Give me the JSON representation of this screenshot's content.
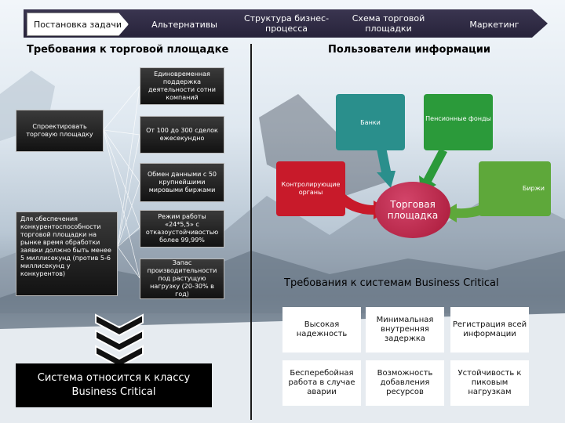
{
  "nav": {
    "items": [
      "Постановка задачи",
      "Альтернативы",
      "Структура бизнес-процесса",
      "Схема торговой площадки",
      "Маркетинг"
    ]
  },
  "left": {
    "title": "Требования к торговой площадке",
    "design_box": "Спроектировать торговую площадку",
    "ensure_box": "Для обеспечения конкурентоспособности торговой площадки на рынке время обработки заявки должно быть менее 5 миллисекунд (против 5-6 миллисекунд у конкурентов)",
    "requirements": [
      "Единовременная поддержка деятельности сотни компаний",
      "От 100 до 300 сделок ежесекундно",
      "Обмен данными с 50 крупнейшими мировыми биржами",
      "Режим работы «24*5,5» с отказоустойчивостью более 99,99%",
      "Запас производительности под растущую нагрузку (20-30% в год)"
    ],
    "result": "Система относится к классу Business Critical"
  },
  "right": {
    "title": "Пользователи информации",
    "users": [
      "Банки",
      "Пенсионные фонды",
      "Контролирующие органы",
      "Биржи"
    ],
    "center": "Торговая площадка",
    "req_title": "Требования к системам Business Critical",
    "req_cells": [
      "Высокая надежность",
      "Минимальная внутренняя задержка",
      "Регистрация всей информации",
      "Бесперебойная работа в случае аварии",
      "Возможность добавления ресурсов",
      "Устойчивость к пиковым нагрузкам"
    ]
  },
  "colors": {
    "nav_bg": "#2f2a44",
    "banks": "#2a8f8c",
    "pension": "#2b9a3a",
    "regulators": "#c81a2a",
    "exchanges": "#5ea83a",
    "center": "#b81d42"
  }
}
